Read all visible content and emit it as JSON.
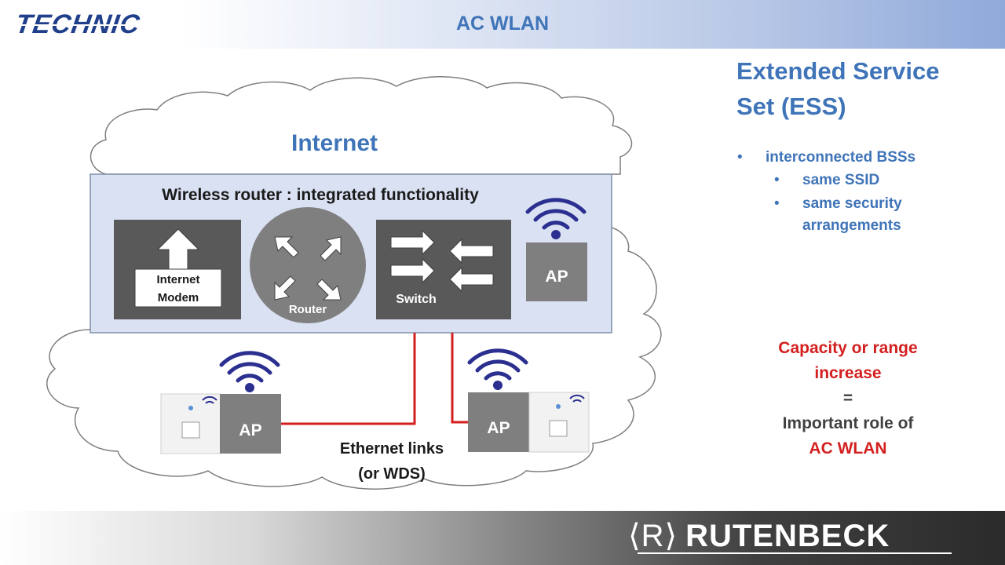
{
  "header": {
    "logo_text": "TECHNIC",
    "title": "AC WLAN"
  },
  "diagram": {
    "cloud_label": "Internet",
    "router_box_title": "Wireless router : integrated functionality",
    "modem_label_line1": "Internet",
    "modem_label_line2": "Modem",
    "router_label": "Router",
    "switch_label": "Switch",
    "ap_label": "AP",
    "link_label_line1": "Ethernet links",
    "link_label_line2": "(or WDS)"
  },
  "sidebar": {
    "heading_line1": "Extended Service",
    "heading_line2": "Set (ESS)",
    "bullets": [
      "interconnected BSSs",
      "same SSID",
      "same security",
      "arrangements"
    ],
    "capacity_line1": "Capacity or range",
    "capacity_line2": "increase",
    "equals": "=",
    "role_line": "Important role of",
    "role_highlight": "AC WLAN"
  },
  "footer": {
    "brand_mark": "⟨R⟩",
    "brand_name": "RUTENBECK"
  },
  "colors": {
    "accent_blue": "#3f74b8",
    "logo_blue": "#1f3f8a",
    "wifi_blue": "#2b2f8f",
    "link_red": "#d41f1f",
    "box_fill": "#d9e1f2",
    "dark_gray": "#595959"
  }
}
